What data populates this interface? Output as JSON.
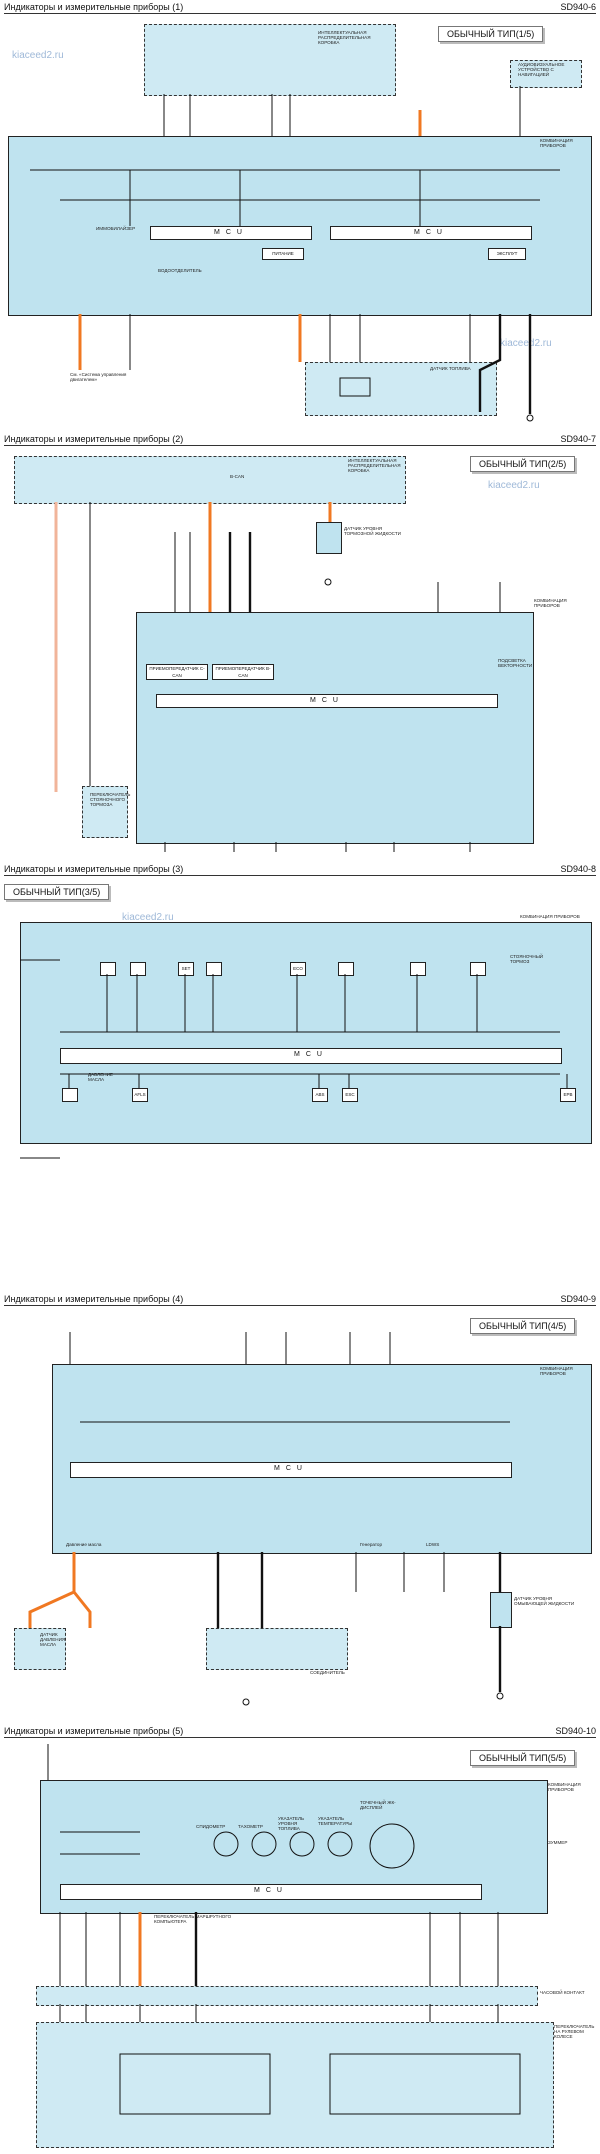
{
  "watermark": "kiaceed2.ru",
  "sheets": [
    {
      "title": "Индикаторы и измерительные приборы (1)",
      "code": "SD940-6",
      "badge": "ОБЫЧНЫЙ ТИП(1/5)",
      "labels": [
        "ИНТЕЛЛЕКТУАЛЬНАЯ РАСПРЕДЕЛИТЕЛЬНАЯ КОРОБКА",
        "КОМБИНАЦИЯ ПРИБОРОВ",
        "ИММОБИЛАЙЗЕР",
        "ВОДООТДЕЛИТЕЛЬ",
        "ДАТЧИК ТОПЛИВА",
        "ПИТАНИЕ",
        "MCU",
        "ЭКСПЛУТ",
        "АУДИОВИЗУАЛЬНОЕ УСТРОЙСТВО С НАВИГАЦИЕЙ",
        "См. «Система управления двигателем»"
      ]
    },
    {
      "title": "Индикаторы и измерительные приборы (2)",
      "code": "SD940-7",
      "badge": "ОБЫЧНЫЙ ТИП(2/5)",
      "labels": [
        "ИНТЕЛЛЕКТУАЛЬНАЯ РАСПРЕДЕЛИТЕЛЬНАЯ КОРОБКА",
        "B-CAN",
        "ДАТЧИК УРОВНЯ ТОРМОЗНОЙ ЖИДКОСТИ",
        "КОМБИНАЦИЯ ПРИБОРОВ",
        "ПРИЕМОПЕРЕДАТЧИК C-CAN",
        "ПРИЕМОПЕРЕДАТЧИК B-CAN",
        "MCU",
        "ПЕРЕКЛЮЧАТЕЛЬ СТОЯНОЧНОГО ТОРМОЗА",
        "ПОДСВЕТКА ВЕКТОРНОСТИ"
      ]
    },
    {
      "title": "Индикаторы и измерительные приборы (3)",
      "code": "SD940-8",
      "badge": "ОБЫЧНЫЙ ТИП(3/5)",
      "labels": [
        "КОМБИНАЦИЯ ПРИБОРОВ",
        "MCU",
        "СТОЯНОЧНЫЙ ТОРМОЗ",
        "ДАВЛЕНИЕ МАСЛА",
        "AFLS",
        "ABS",
        "ESC",
        "EPB",
        "SET",
        "ECO"
      ]
    },
    {
      "title": "Индикаторы и измерительные приборы (4)",
      "code": "SD940-9",
      "badge": "ОБЫЧНЫЙ ТИП(4/5)",
      "labels": [
        "КОМБИНАЦИЯ ПРИБОРОВ",
        "MCU",
        "Давление масла",
        "Генератор",
        "LDWS",
        "ДАТЧИК УРОВНЯ ОМЫВАЮЩЕЙ ЖИДКОСТИ",
        "ДАТЧИК ДАВЛЕНИЯ МАСЛА",
        "СОЕДИНИТЕЛЬ"
      ]
    },
    {
      "title": "Индикаторы и измерительные приборы (5)",
      "code": "SD940-10",
      "badge": "ОБЫЧНЫЙ ТИП(5/5)",
      "labels": [
        "КОМБИНАЦИЯ ПРИБОРОВ",
        "СПИДОМЕТР",
        "ТАХОМЕТР",
        "УКАЗАТЕЛЬ УРОВНЯ ТОПЛИВА",
        "УКАЗАТЕЛЬ ТЕМПЕРАТУРЫ",
        "ТОЧЕЧНЫЙ ЖК-ДИСПЛЕЙ",
        "MCU",
        "ЗУММЕР",
        "ПЕРЕКЛЮЧАТЕЛЬ МАРШРУТНОГО КОМПЬЮТЕРА",
        "ЧАСОВОЙ КОНТАКТ",
        "ПЕРЕКЛЮЧАТЕЛЬ НА РУЛЕВОМ КОЛЕСЕ"
      ]
    }
  ]
}
